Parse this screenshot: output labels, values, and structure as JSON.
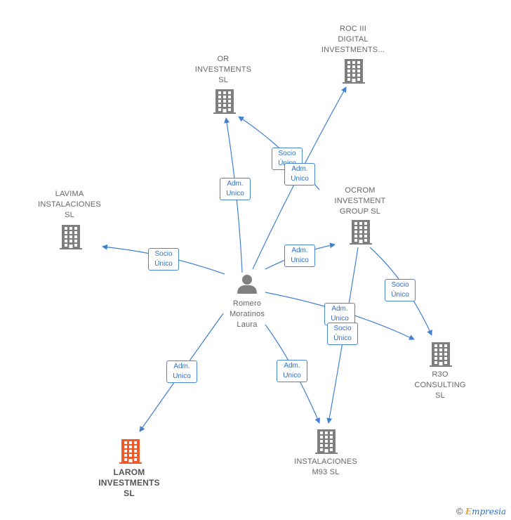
{
  "colors": {
    "edge": "#3f80d4",
    "company": "#7f7f7f",
    "highlight": "#ee5a2a",
    "person": "#7f7f7f"
  },
  "nodes": [
    {
      "id": "person",
      "type": "person",
      "icon": "person-icon",
      "label": "Romero\nMoratinos\nLaura"
    },
    {
      "id": "or_investments",
      "type": "company",
      "icon": "building-icon",
      "label": "OR\nINVESTMENTS\nSL"
    },
    {
      "id": "roc_iii",
      "type": "company",
      "icon": "building-icon",
      "label": "ROC III\nDIGITAL\nINVESTMENTS..."
    },
    {
      "id": "lavima",
      "type": "company",
      "icon": "building-icon",
      "label": "LAVIMA\nINSTALACIONES\nSL"
    },
    {
      "id": "ocrom",
      "type": "company",
      "icon": "building-icon",
      "label": "OCROM\nINVESTMENT\nGROUP  SL"
    },
    {
      "id": "r3o",
      "type": "company",
      "icon": "building-icon",
      "label": "R3O\nCONSULTING\nSL"
    },
    {
      "id": "instalaciones_m93",
      "type": "company",
      "icon": "building-icon",
      "label": "INSTALACIONES\nM93  SL"
    },
    {
      "id": "larom",
      "type": "company-highlight",
      "icon": "building-icon",
      "label": "LAROM\nINVESTMENTS\nSL"
    }
  ],
  "edges": [
    {
      "from": "person",
      "to": "or_investments",
      "label": "Adm.\nUnico"
    },
    {
      "from": "ocrom",
      "to": "or_investments",
      "label": "Socio\nÚnico"
    },
    {
      "from": "person",
      "to": "roc_iii",
      "label": "Adm.\nUnico"
    },
    {
      "from": "person",
      "to": "lavima",
      "label": "Socio\nÚnico"
    },
    {
      "from": "person",
      "to": "ocrom",
      "label": "Adm.\nUnico"
    },
    {
      "from": "ocrom",
      "to": "r3o",
      "label": "Socio\nÚnico"
    },
    {
      "from": "person",
      "to": "r3o",
      "label": "Adm.\nUnico"
    },
    {
      "from": "ocrom",
      "to": "instalaciones_m93",
      "label": "Socio\nÚnico"
    },
    {
      "from": "person",
      "to": "instalaciones_m93",
      "label": "Adm.\nUnico"
    },
    {
      "from": "person",
      "to": "larom",
      "label": "Adm.\nUnico"
    }
  ],
  "footer": {
    "copyright": "©",
    "brand_initial": "E",
    "brand_rest": "mpresia"
  }
}
